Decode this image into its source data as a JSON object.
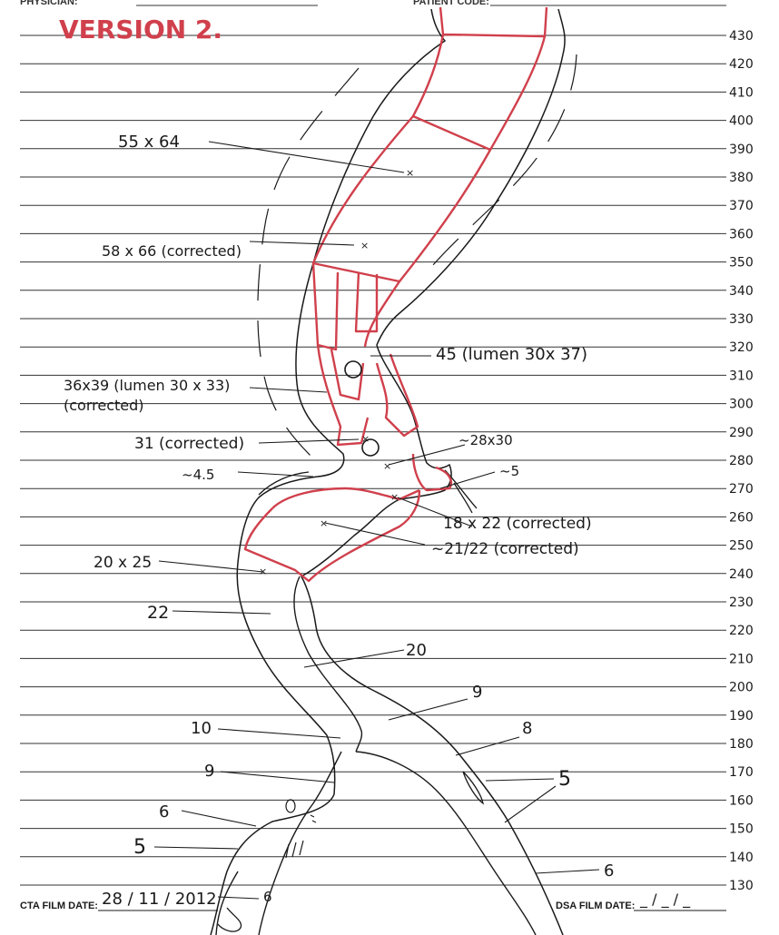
{
  "header": {
    "physician_label": "PHYSICIAN:",
    "patient_code_label": "PATIENT CODE:"
  },
  "version_note": "VERSION 2.",
  "scale_labels": [
    "430",
    "420",
    "410",
    "400",
    "390",
    "380",
    "370",
    "360",
    "350",
    "340",
    "330",
    "320",
    "310",
    "300",
    "290",
    "280",
    "270",
    "260",
    "250",
    "240",
    "230",
    "220",
    "210",
    "200",
    "190",
    "180",
    "170",
    "160",
    "150",
    "140",
    "130"
  ],
  "annotations": [
    {
      "key": "a1",
      "text": "55 x 64"
    },
    {
      "key": "a2",
      "text": "58 x 66 (corrected)"
    },
    {
      "key": "a3",
      "text": "45 (lumen 30x 37)"
    },
    {
      "key": "a4a",
      "text": "36x39 (lumen 30 x 33)"
    },
    {
      "key": "a4b",
      "text": "(corrected)"
    },
    {
      "key": "a5",
      "text": "31 (corrected)"
    },
    {
      "key": "a6",
      "text": "~28x30"
    },
    {
      "key": "a7",
      "text": "~4.5"
    },
    {
      "key": "a8",
      "text": "~5"
    },
    {
      "key": "a9",
      "text": "18 x 22 (corrected)"
    },
    {
      "key": "a10",
      "text": "~21/22 (corrected)"
    },
    {
      "key": "a11",
      "text": "20 x 25"
    },
    {
      "key": "a12",
      "text": "22"
    },
    {
      "key": "a13",
      "text": "20"
    },
    {
      "key": "a14",
      "text": "9"
    },
    {
      "key": "a15",
      "text": "10"
    },
    {
      "key": "a16",
      "text": "8"
    },
    {
      "key": "a17",
      "text": "9"
    },
    {
      "key": "a18",
      "text": "5"
    },
    {
      "key": "a19",
      "text": "6"
    },
    {
      "key": "a20",
      "text": "5"
    },
    {
      "key": "a21",
      "text": "6"
    },
    {
      "key": "a22",
      "text": "6"
    }
  ],
  "footer": {
    "cta_label": "CTA FILM DATE:",
    "cta_value": "28 / 11 / 2012",
    "dsa_label": "DSA FILM DATE:",
    "dsa_value": "_ / _ / _"
  },
  "colors": {
    "ink": "#1a1a1a",
    "red_ink": "#d0404c",
    "rule": "#333333"
  }
}
